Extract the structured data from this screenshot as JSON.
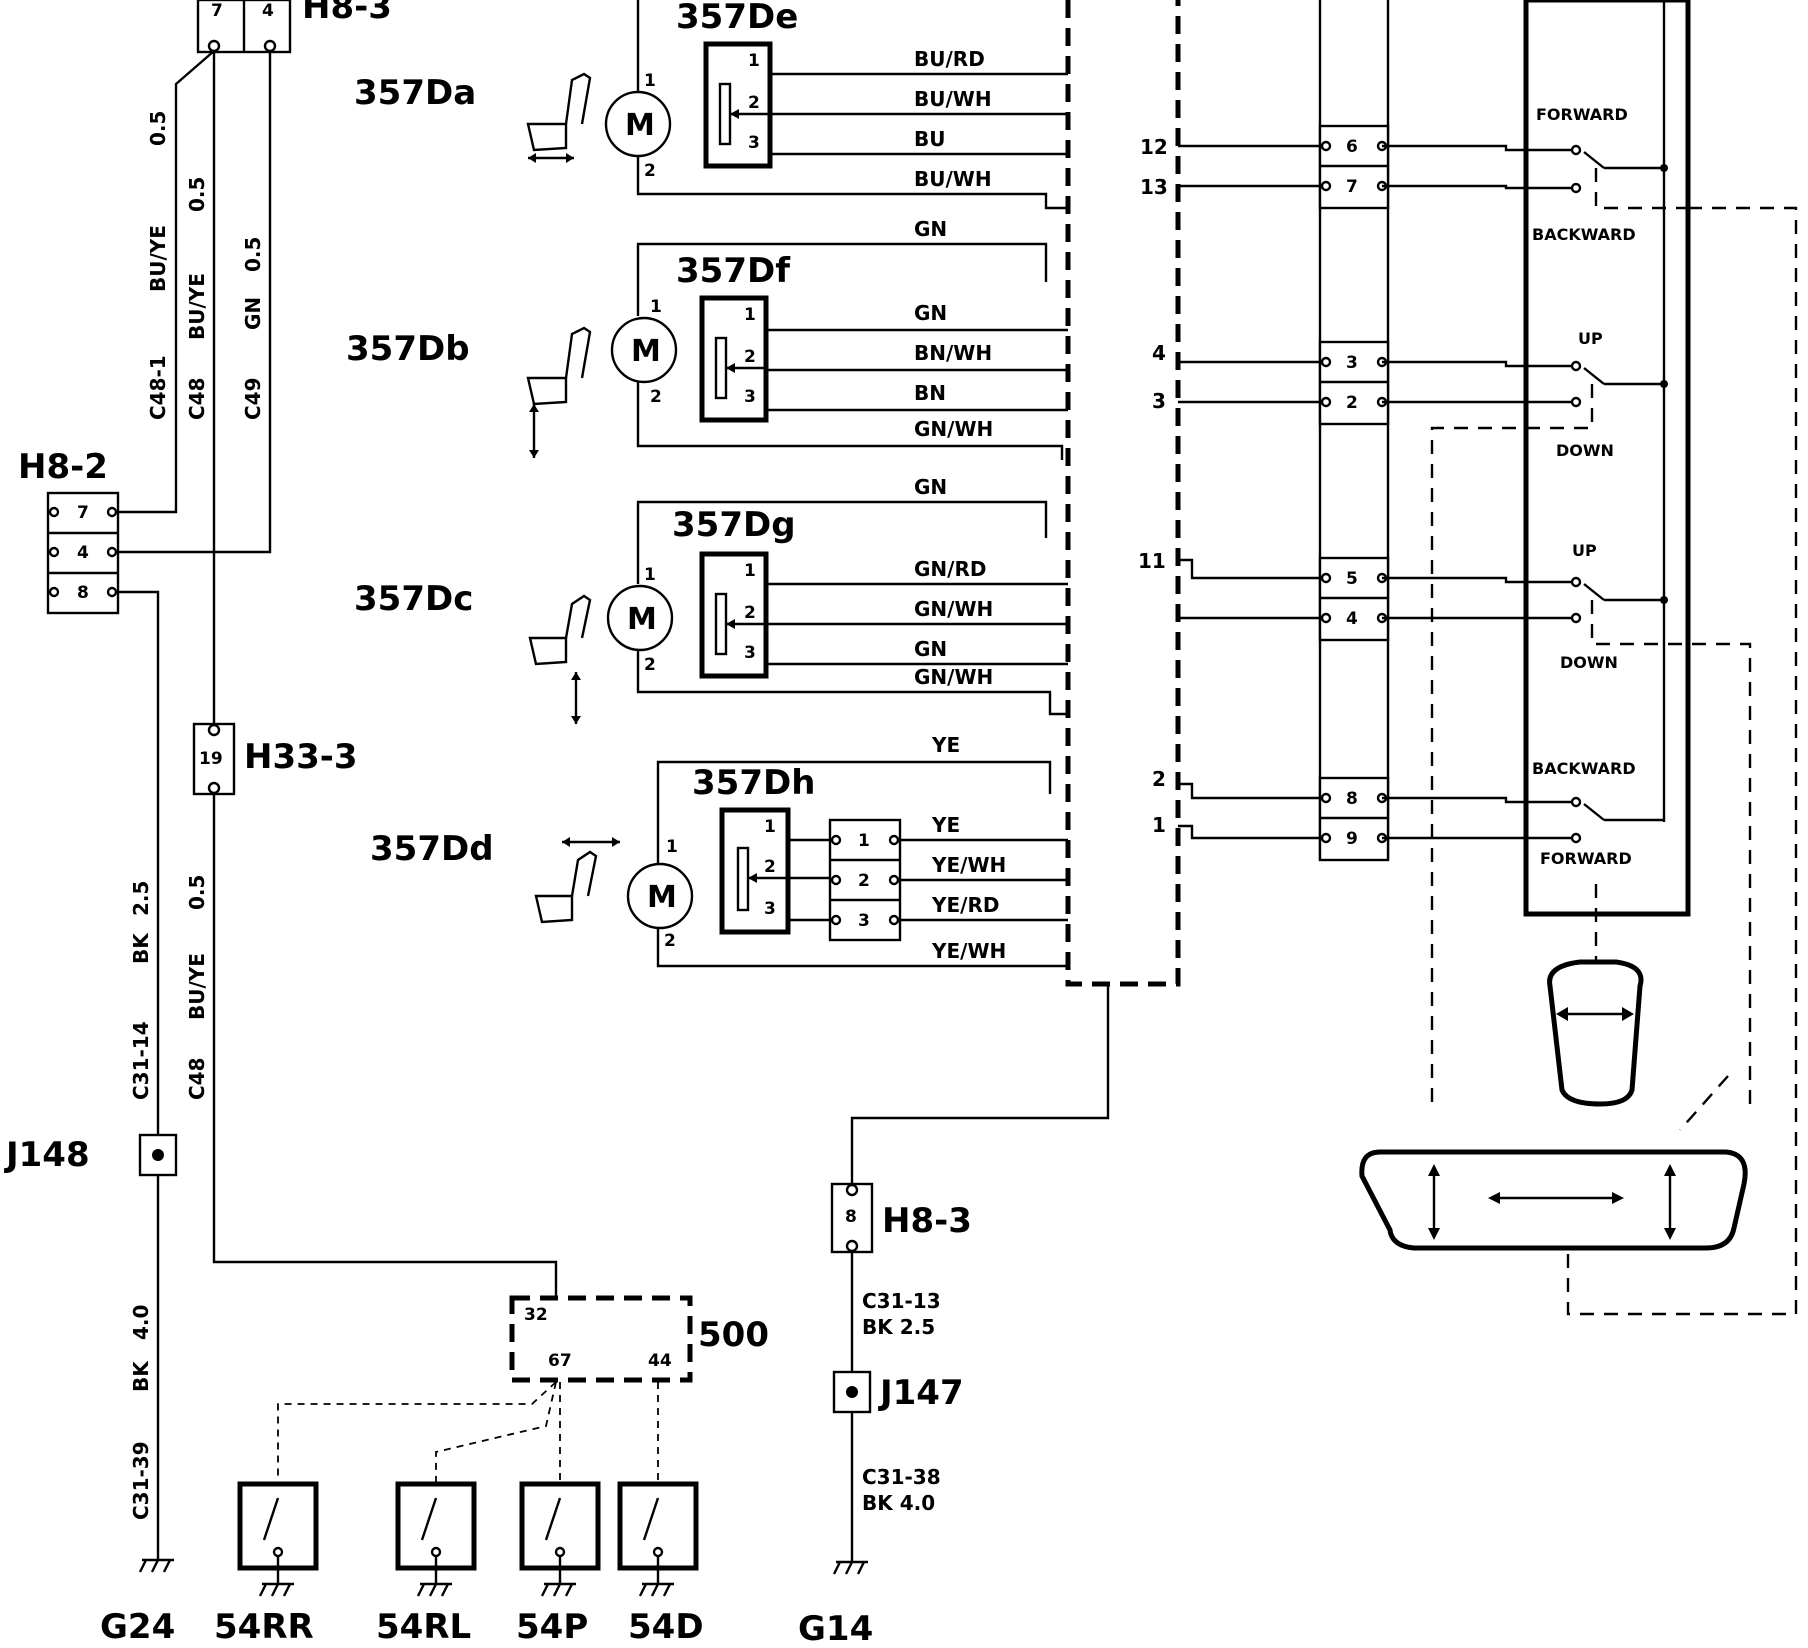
{
  "components": {
    "motor_a": "357Da",
    "motor_b": "357Db",
    "motor_c": "357Dc",
    "motor_d": "357Dd",
    "sensor_e": "357De",
    "sensor_f": "357Df",
    "sensor_g": "357Dg",
    "sensor_h": "357Dh",
    "motor_symbol": "M",
    "module": "500",
    "switches": [
      "54RR",
      "54RL",
      "54P",
      "54D"
    ]
  },
  "connectors": {
    "h8_2": "H8-2",
    "h8_3": "H8-3",
    "h33_3": "H33-3",
    "j148": "J148",
    "j147": "J147",
    "g24": "G24",
    "g14": "G14"
  },
  "pins": {
    "h8_2": [
      "7",
      "4",
      "8"
    ],
    "h8_3_top": [
      "7",
      "4"
    ],
    "h33_3": "19",
    "h8_3_bottom": "8",
    "module": [
      "32",
      "67",
      "44"
    ],
    "sensor": [
      "1",
      "2",
      "3"
    ],
    "motor": [
      "1",
      "2"
    ],
    "switch_panel": [
      "6",
      "7",
      "3",
      "2",
      "5",
      "4",
      "8",
      "9"
    ],
    "harness": [
      "12",
      "13",
      "4",
      "3",
      "11",
      "2",
      "1"
    ]
  },
  "wires": {
    "da": [
      "BU/RD",
      "BU/WH",
      "BU",
      "BU/WH"
    ],
    "db": [
      "GN",
      "GN",
      "BN/WH",
      "BN",
      "GN/WH"
    ],
    "dc": [
      "GN",
      "GN/RD",
      "GN/WH",
      "GN",
      "GN/WH"
    ],
    "dd": [
      "YE",
      "YE",
      "YE/WH",
      "YE/RD",
      "YE/WH"
    ]
  },
  "vertical_labels": {
    "c48_1": [
      "C48-1",
      "BU/YE",
      "0.5"
    ],
    "c48": [
      "C48",
      "BU/YE",
      "0.5"
    ],
    "c49": [
      "C49",
      "GN",
      "0.5"
    ],
    "c31_14": [
      "C31-14",
      "BK",
      "2.5"
    ],
    "c48_low": [
      "C48",
      "BU/YE",
      "0.5"
    ],
    "c31_39": [
      "C31-39",
      "BK",
      "4.0"
    ]
  },
  "ground_wires": {
    "c31_13": [
      "C31-13",
      "BK 2.5"
    ],
    "c31_38": [
      "C31-38",
      "BK 4.0"
    ]
  },
  "switch_labels": {
    "forward": "FORWARD",
    "backward": "BACKWARD",
    "up": "UP",
    "down": "DOWN"
  }
}
